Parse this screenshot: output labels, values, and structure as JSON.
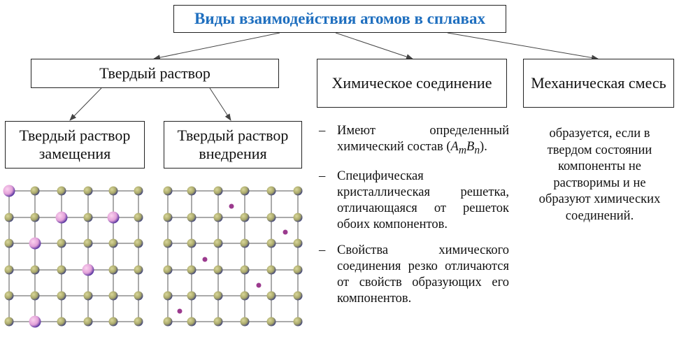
{
  "title": "Виды взаимодействия атомов в сплавах",
  "boxes": {
    "solid_solution": "Твердый раствор",
    "chemical_compound": "Химическое соединение",
    "mechanical_mixture": "Механическая смесь",
    "substitution": "Твердый раствор замещения",
    "interstitial": "Твердый раствор внедрения"
  },
  "chemical_points": [
    {
      "dash": "–",
      "text": "Имеют определенный химический состав ",
      "formula": {
        "a": "A",
        "m": "m",
        "b": "B",
        "n": "n"
      },
      "end": "."
    },
    {
      "dash": "–",
      "text": "Специфическая кристаллическая решетка, отличающаяся от решеток обоих компонентов."
    },
    {
      "dash": "–",
      "text": "Свойства химического соединения резко отличаются от свойств образующих его компонентов."
    }
  ],
  "mechanical_text": "образуется, если в твердом состоянии компоненты не растворимы и не образуют химических соединений.",
  "colors": {
    "title": "#1f6fbf",
    "host_atom": "#a9a86a",
    "solute_atom": "#e8a8e0",
    "interstitial_atom": "#9b3a8e"
  },
  "lattice_substitution_solutes": [
    [
      0,
      0
    ],
    [
      2,
      1
    ],
    [
      4,
      1
    ],
    [
      1,
      2
    ],
    [
      3,
      3
    ],
    [
      1,
      5
    ]
  ]
}
